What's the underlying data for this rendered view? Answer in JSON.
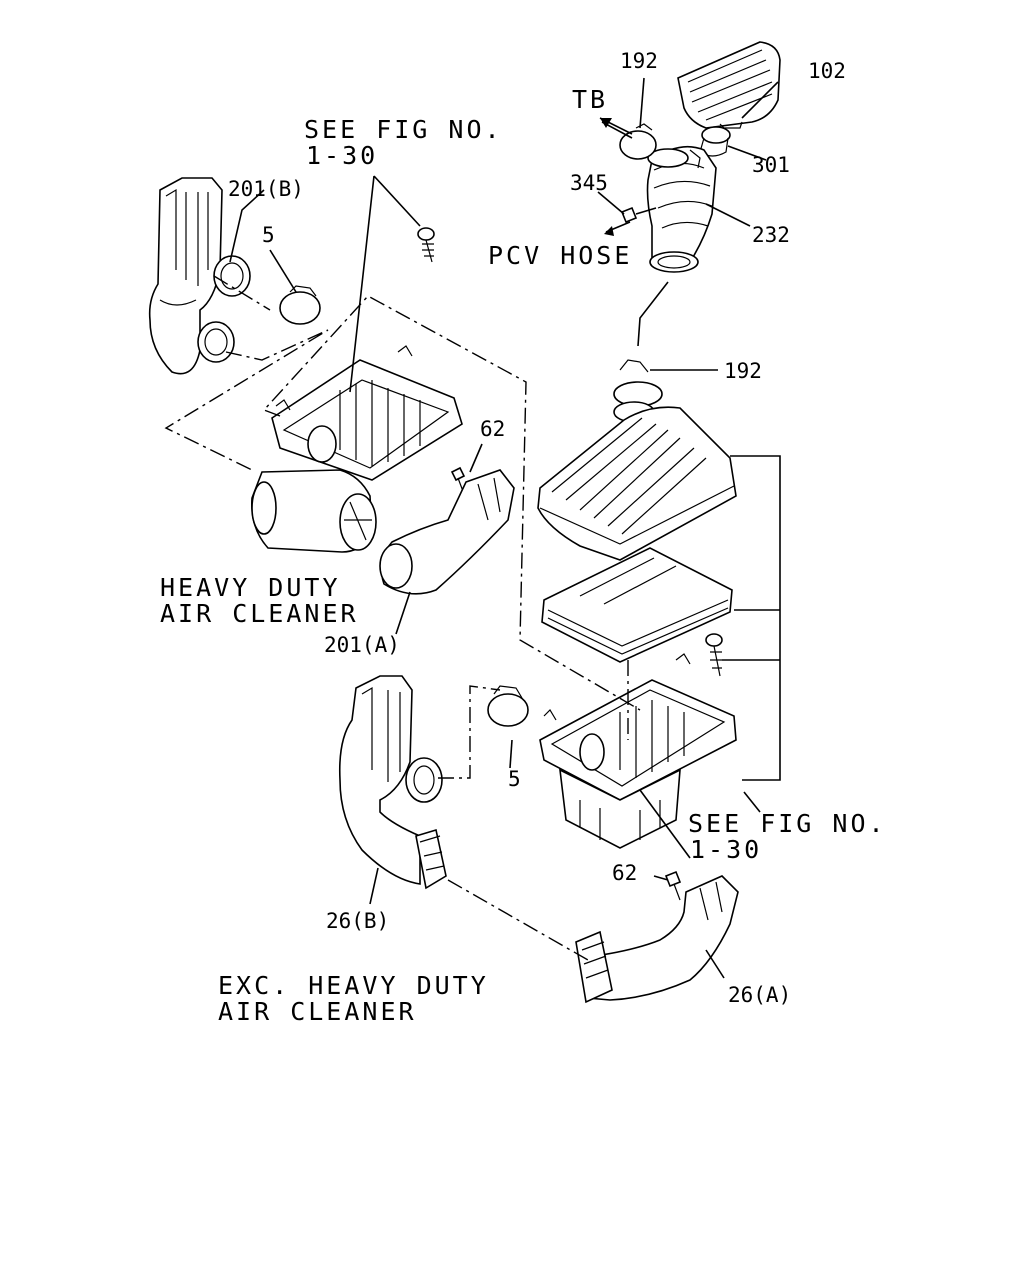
{
  "figure": {
    "captions": {
      "see_fig_top_1": "SEE FIG NO.",
      "see_fig_top_2": "1-30",
      "see_fig_right_1": "SEE FIG NO.",
      "see_fig_right_2": "1-30",
      "heavy_duty_1": "HEAVY DUTY",
      "heavy_duty_2": "AIR CLEANER",
      "exc_heavy_1": "EXC. HEAVY DUTY",
      "exc_heavy_2": "AIR CLEANER",
      "pcv_hose": "PCV HOSE",
      "tb": "TB"
    },
    "parts": {
      "p102": "102",
      "p192_top": "192",
      "p192_mid": "192",
      "p301": "301",
      "p345": "345",
      "p232": "232",
      "p201b": "201(B)",
      "p5_top": "5",
      "p62_top": "62",
      "p201a": "201(A)",
      "p5_bottom": "5",
      "p62_bottom": "62",
      "p26b": "26(B)",
      "p26a": "26(A)"
    }
  }
}
